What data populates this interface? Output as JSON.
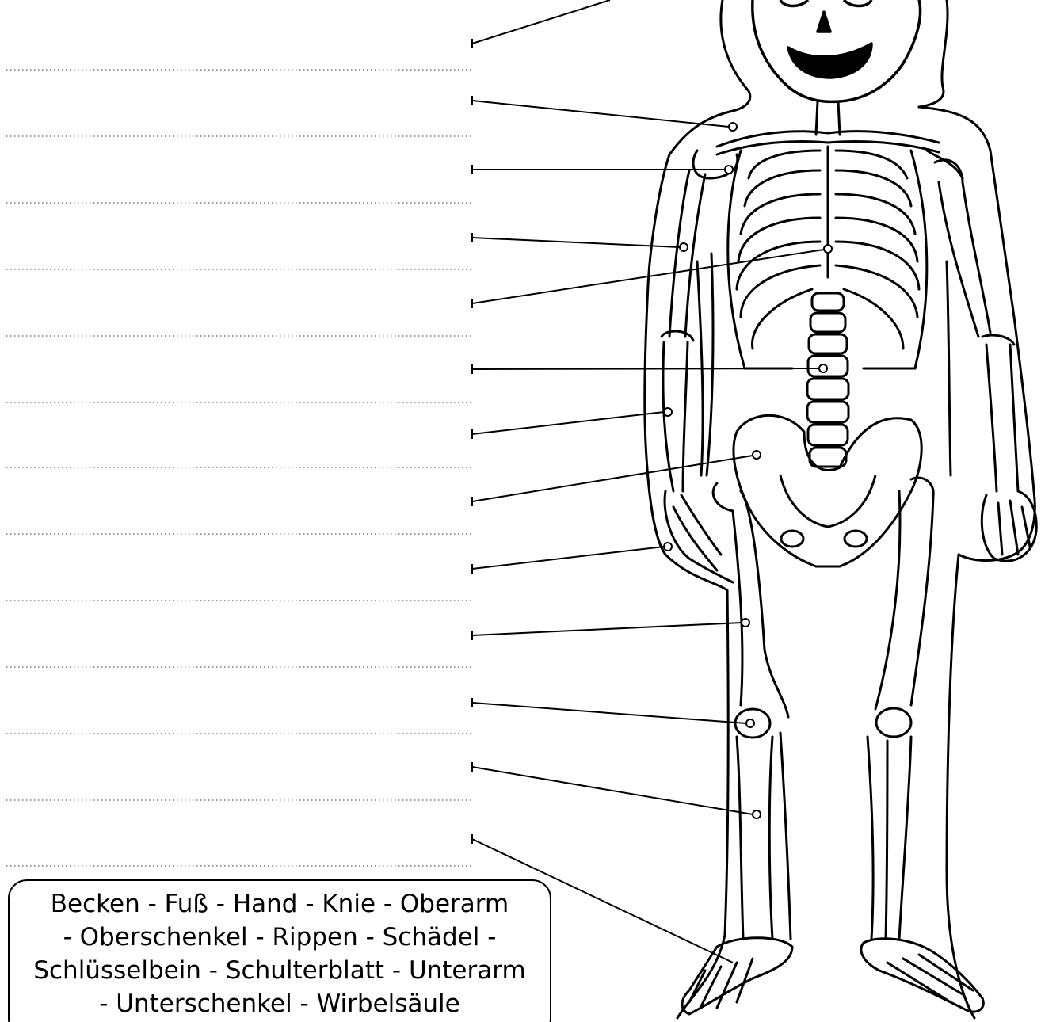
{
  "answer_lines": 13,
  "word_bank": {
    "lines": [
      "Becken - Fuß - Hand - Knie - Oberarm",
      "- Oberschenkel - Rippen - Schädel -",
      "Schlüsselbein - Schulterblatt - Unterarm",
      "- Unterschenkel - Wirbelsäule"
    ]
  },
  "colors": {
    "ink": "#000000",
    "background": "#ffffff"
  }
}
